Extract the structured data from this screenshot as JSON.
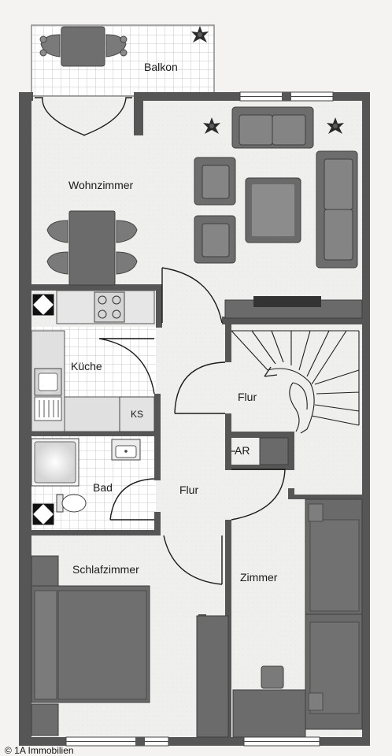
{
  "rooms": {
    "balkon": "Balkon",
    "wohnzimmer": "Wohnzimmer",
    "kueche": "Küche",
    "bad": "Bad",
    "flur_upper": "Flur",
    "flur_lower": "Flur",
    "schlafzimmer": "Schlafzimmer",
    "zimmer": "Zimmer"
  },
  "fixtures": {
    "ks": "KS",
    "ar": "AR"
  },
  "footer": {
    "copyright": "© 1A Immobilien"
  },
  "colors": {
    "wall": "#555555",
    "furniture": "#6d6d6d",
    "tile_grid": "#bdbdbd",
    "background": "#f4f3f1"
  }
}
